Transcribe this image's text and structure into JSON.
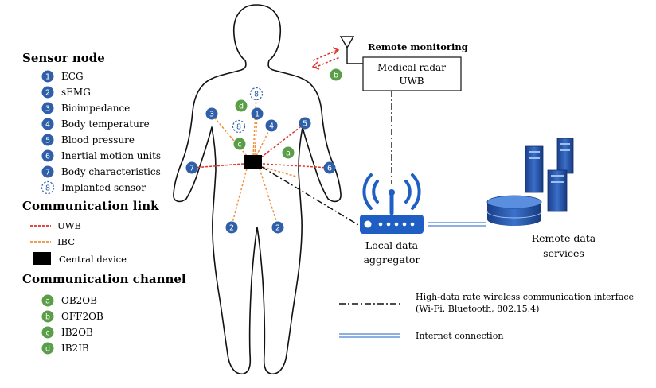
{
  "legend": {
    "sensor_node_title": "Sensor node",
    "sensors": [
      {
        "num": "1",
        "label": "ECG"
      },
      {
        "num": "2",
        "label": "sEMG"
      },
      {
        "num": "3",
        "label": "Bioimpedance"
      },
      {
        "num": "4",
        "label": "Body temperature"
      },
      {
        "num": "5",
        "label": "Blood pressure"
      },
      {
        "num": "6",
        "label": "Inertial motion units"
      },
      {
        "num": "7",
        "label": "Body characteristics"
      },
      {
        "num": "8",
        "label": "Implanted sensor"
      }
    ],
    "link_title": "Communication link",
    "links": [
      {
        "label": "UWB",
        "color": "#e0302a"
      },
      {
        "label": "IBC",
        "color": "#f0903a"
      }
    ],
    "central_device_label": "Central device",
    "channel_title": "Communication channel",
    "channels": [
      {
        "letter": "a",
        "label": "OB2OB"
      },
      {
        "letter": "b",
        "label": "OFF2OB"
      },
      {
        "letter": "c",
        "label": "IB2OB"
      },
      {
        "letter": "d",
        "label": "IB2IB"
      }
    ]
  },
  "remote_monitoring": {
    "title": "Remote monitoring",
    "box_line1": "Medical radar",
    "box_line2": "UWB",
    "channel_letter": "b"
  },
  "body_markers": {
    "channels": [
      "d",
      "c",
      "a"
    ],
    "sensors": [
      "1",
      "2",
      "3",
      "4",
      "5",
      "6",
      "7",
      "8"
    ]
  },
  "aggregator": {
    "line1": "Local data",
    "line2": "aggregator"
  },
  "remote_services": {
    "line1": "Remote data",
    "line2": "services"
  },
  "bottom_legend": {
    "wireless_line1": "High-data rate wireless communication interface",
    "wireless_line2": "(Wi-Fi, Bluetooth, 802.15.4)",
    "internet": "Internet connection"
  },
  "colors": {
    "sensor_blue": "#2e5fa8",
    "channel_green": "#5a9e48",
    "uwb_red": "#e0302a",
    "ibc_orange": "#f0903a",
    "router_blue": "#1f5fc4",
    "internet_blue": "#4a7fd0"
  }
}
